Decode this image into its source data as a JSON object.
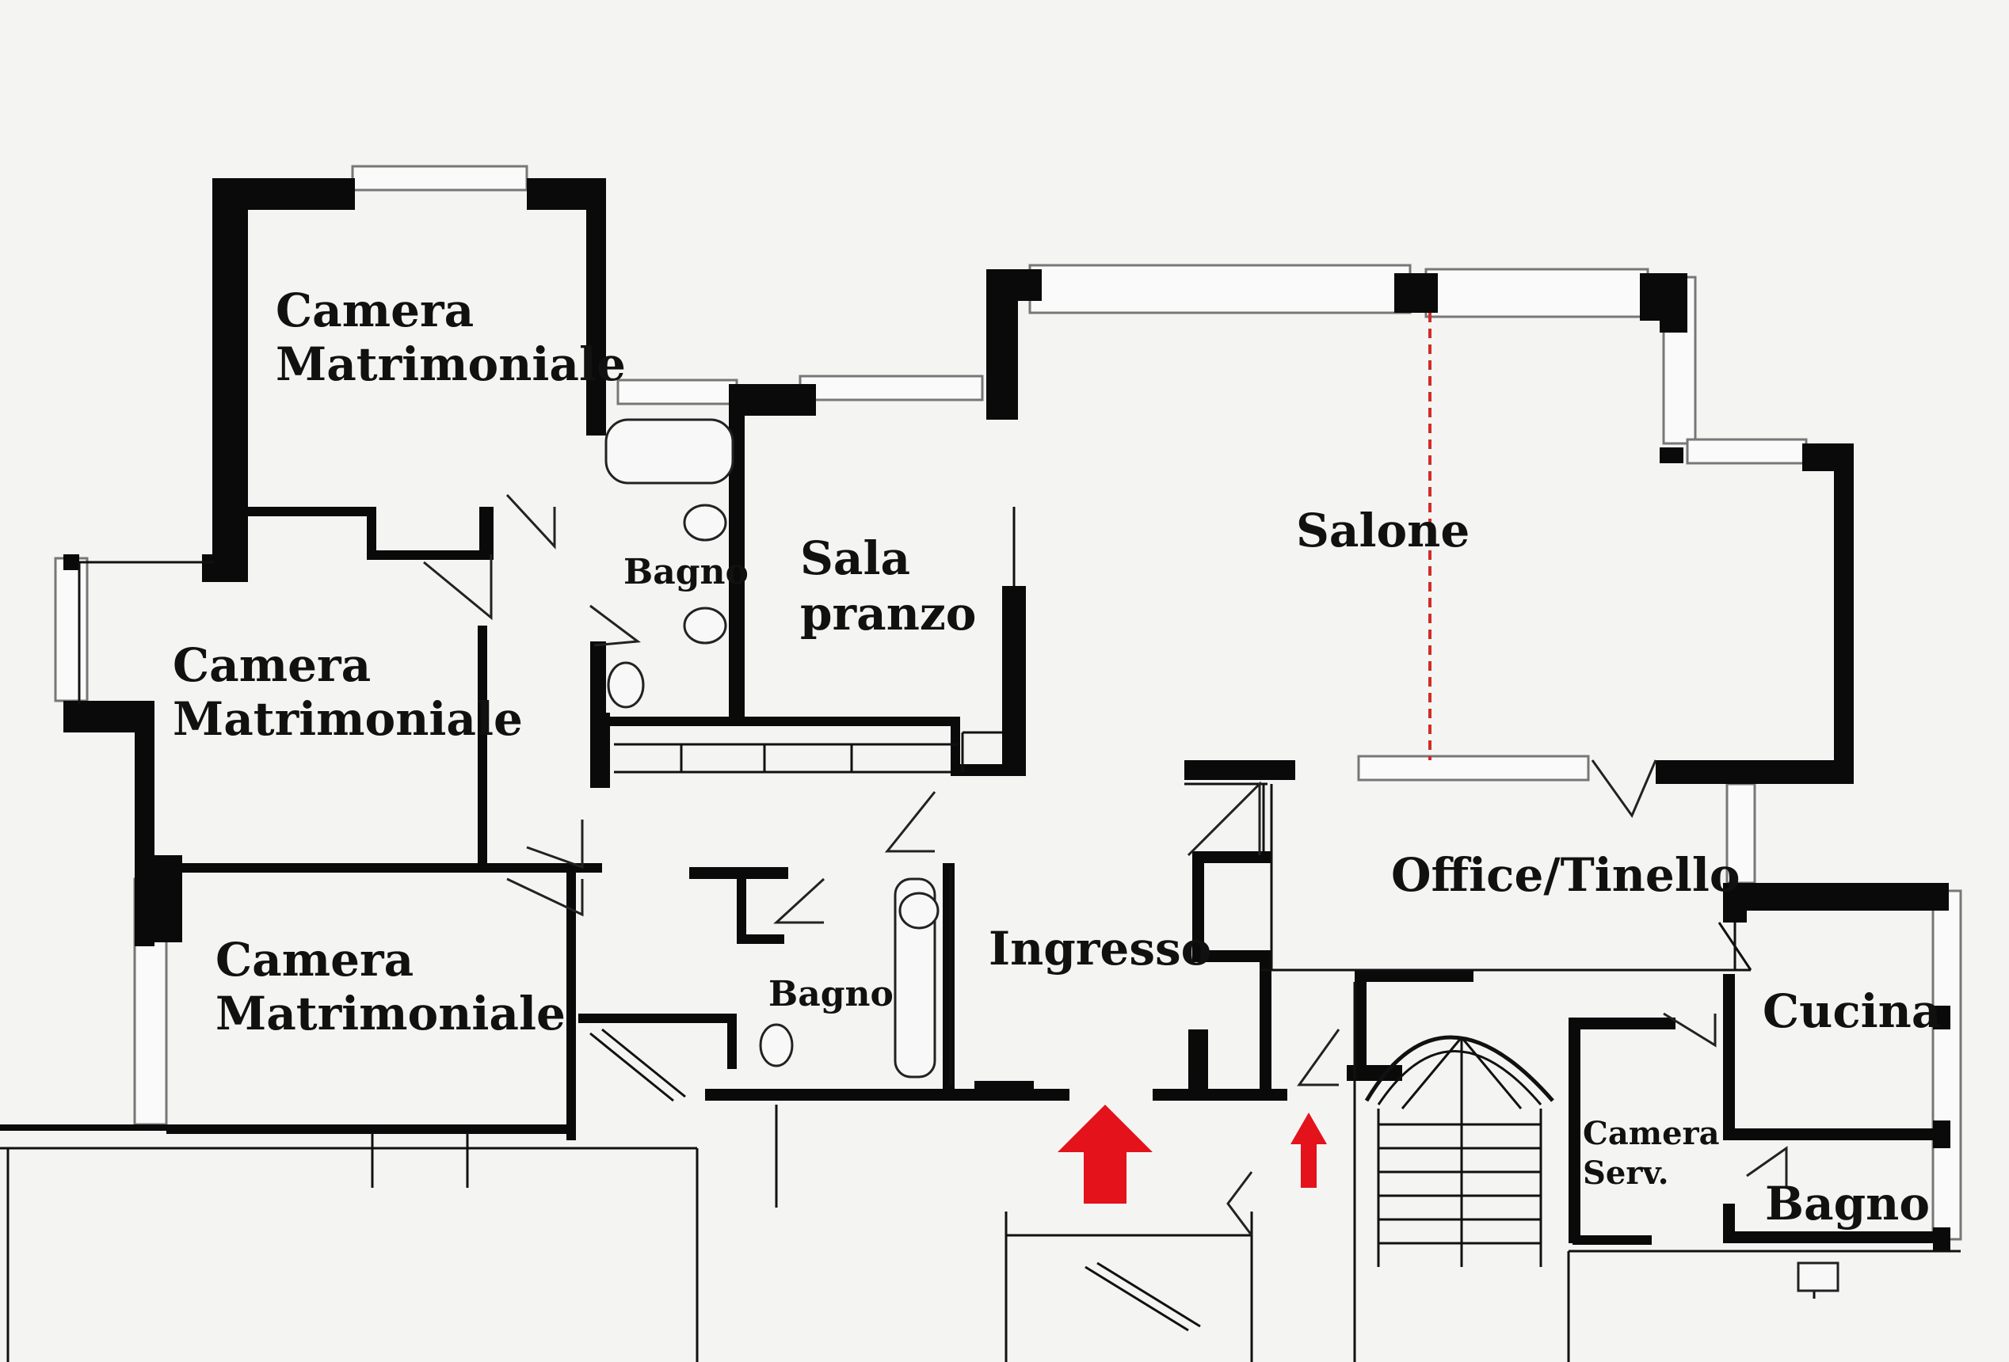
{
  "plan": {
    "rooms": [
      {
        "id": "camera-1",
        "lines": [
          "Camera",
          "Matrimoniale"
        ]
      },
      {
        "id": "camera-2",
        "lines": [
          "Camera",
          "Matrimoniale"
        ]
      },
      {
        "id": "camera-3",
        "lines": [
          "Camera",
          "Matrimoniale"
        ]
      },
      {
        "id": "bagno-1",
        "lines": [
          "Bagno"
        ]
      },
      {
        "id": "sala-pranzo",
        "lines": [
          "Sala",
          "pranzo"
        ]
      },
      {
        "id": "salone",
        "lines": [
          "Salone"
        ]
      },
      {
        "id": "office",
        "lines": [
          "Office/Tinello"
        ]
      },
      {
        "id": "ingresso",
        "lines": [
          "Ingresso"
        ]
      },
      {
        "id": "bagno-2",
        "lines": [
          "Bagno"
        ]
      },
      {
        "id": "cucina",
        "lines": [
          "Cucina"
        ]
      },
      {
        "id": "camera-serv",
        "lines": [
          "Camera",
          "Serv."
        ]
      },
      {
        "id": "bagno-3",
        "lines": [
          "Bagno"
        ]
      }
    ],
    "colors": {
      "wall": "#0a0a0a",
      "entrance_arrow": "#e3121b",
      "divider": "#d42a2a",
      "background": "#f4f4f2"
    },
    "icons": [
      "entrance-arrow-main",
      "entrance-arrow-service"
    ]
  }
}
